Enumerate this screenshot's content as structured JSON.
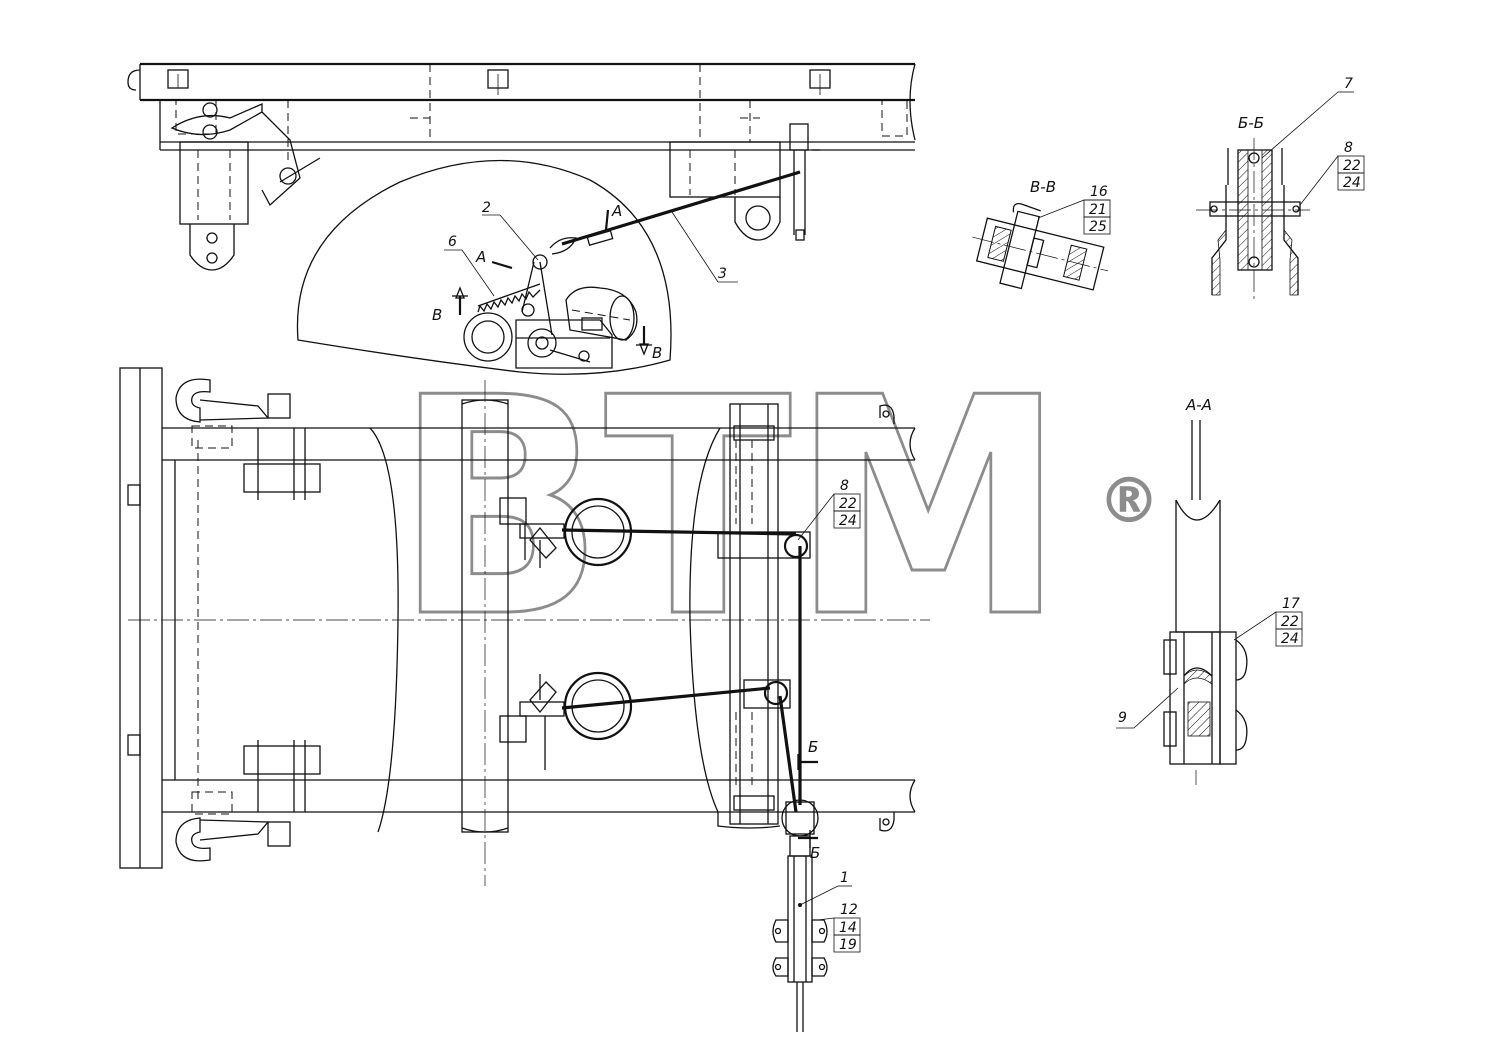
{
  "section_titles": {
    "bb": "Б-Б",
    "vv": "В-В",
    "aa": "А-А"
  },
  "section_marks": {
    "a_upper": "А",
    "a_lower": "А",
    "b_upper": "Б",
    "b_lower": "Б",
    "v_left": "В",
    "v_right": "В"
  },
  "positions": {
    "p1": "1",
    "p2": "2",
    "p3": "3",
    "p6": "6",
    "p7": "7",
    "p9": "9"
  },
  "callout_bb": {
    "top": "8",
    "mid": "22",
    "bot": "24"
  },
  "callout_vv": {
    "top": "16",
    "mid": "21",
    "bot": "25"
  },
  "callout_plan": {
    "top": "8",
    "mid": "22",
    "bot": "24"
  },
  "callout_aa": {
    "top": "17",
    "mid": "22",
    "bot": "24"
  },
  "callout_tube": {
    "top": "12",
    "mid": "14",
    "bot": "19"
  },
  "watermark": {
    "text": "BTM",
    "mark": "®",
    "color": "#8c8c8c"
  }
}
